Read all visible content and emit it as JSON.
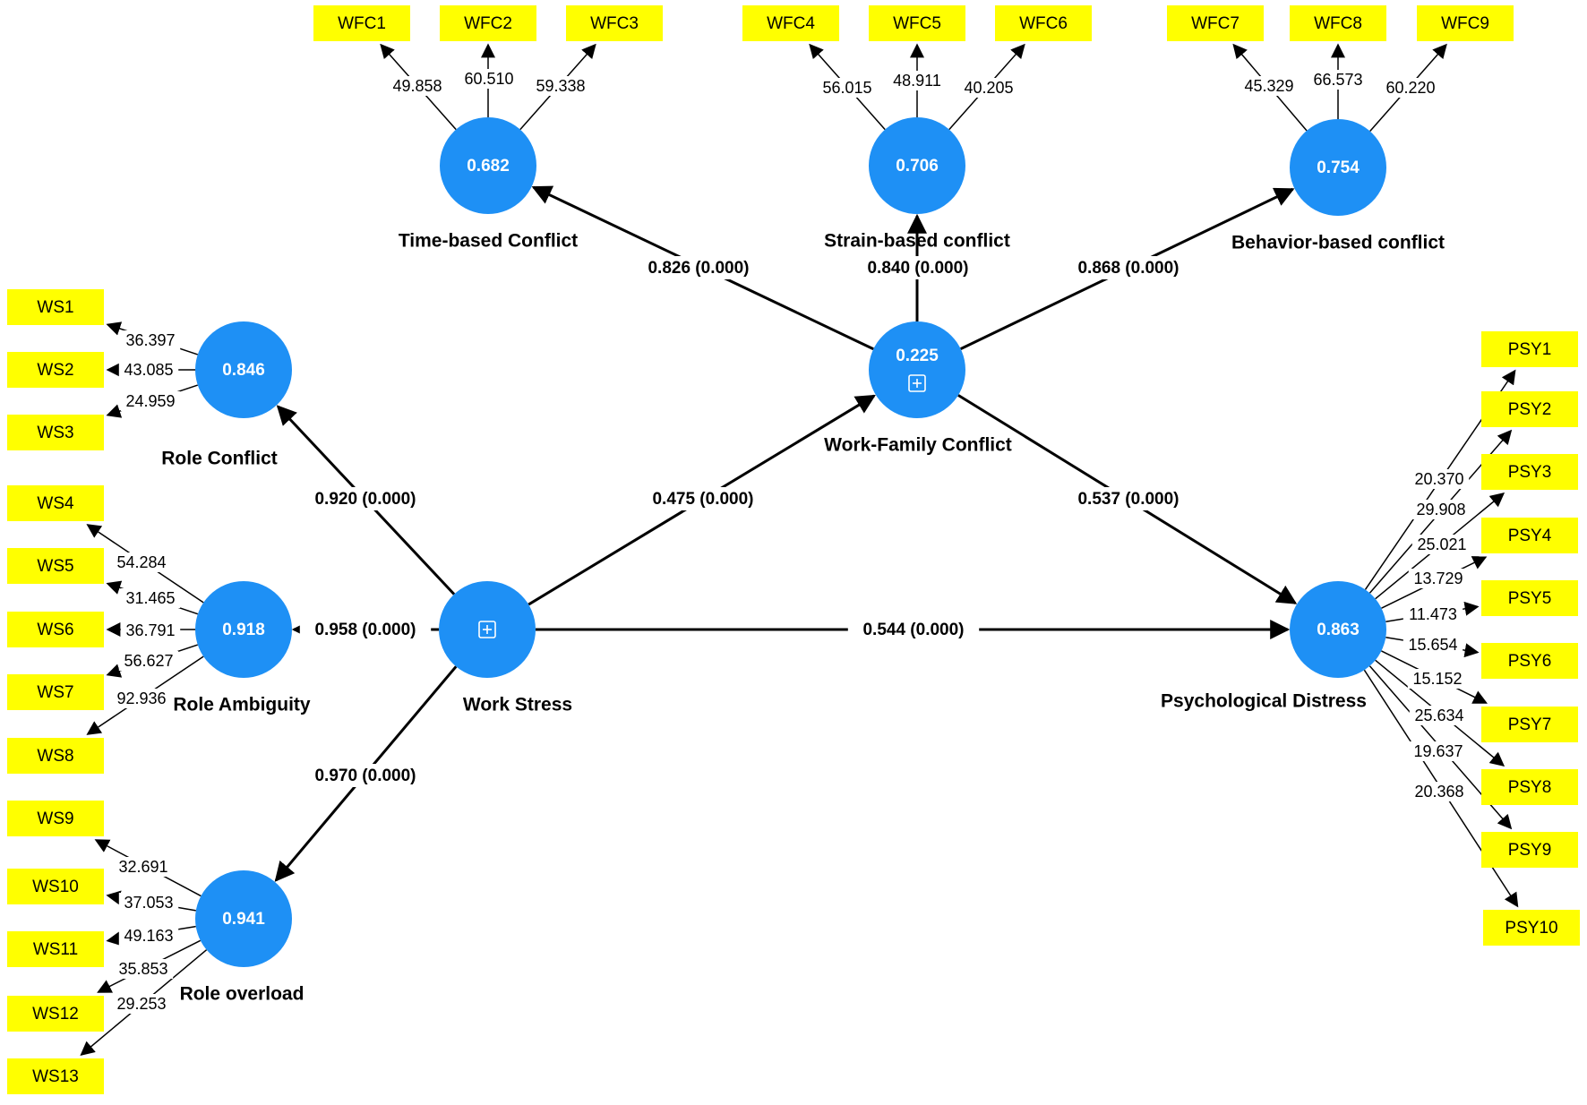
{
  "latent_variables": {
    "time": {
      "name": "Time-based Conflict",
      "r2": "0.682"
    },
    "strain": {
      "name": "Strain-based conflict",
      "r2": "0.706"
    },
    "behavior": {
      "name": "Behavior-based conflict",
      "r2": "0.754"
    },
    "wfc": {
      "name": "Work-Family Conflict",
      "r2": "0.225"
    },
    "rc": {
      "name": "Role Conflict",
      "r2": "0.846"
    },
    "ra": {
      "name": "Role Ambiguity",
      "r2": "0.918"
    },
    "ro": {
      "name": "Role overload",
      "r2": "0.941"
    },
    "ws": {
      "name": "Work Stress",
      "r2": ""
    },
    "pd": {
      "name": "Psychological Distress",
      "r2": "0.863"
    }
  },
  "indicators": {
    "WFC1": "WFC1",
    "WFC2": "WFC2",
    "WFC3": "WFC3",
    "WFC4": "WFC4",
    "WFC5": "WFC5",
    "WFC6": "WFC6",
    "WFC7": "WFC7",
    "WFC8": "WFC8",
    "WFC9": "WFC9",
    "WS1": "WS1",
    "WS2": "WS2",
    "WS3": "WS3",
    "WS4": "WS4",
    "WS5": "WS5",
    "WS6": "WS6",
    "WS7": "WS7",
    "WS8": "WS8",
    "WS9": "WS9",
    "WS10": "WS10",
    "WS11": "WS11",
    "WS12": "WS12",
    "WS13": "WS13",
    "PSY1": "PSY1",
    "PSY2": "PSY2",
    "PSY3": "PSY3",
    "PSY4": "PSY4",
    "PSY5": "PSY5",
    "PSY6": "PSY6",
    "PSY7": "PSY7",
    "PSY8": "PSY8",
    "PSY9": "PSY9",
    "PSY10": "PSY10"
  },
  "loadings": {
    "WFC1": "49.858",
    "WFC2": "60.510",
    "WFC3": "59.338",
    "WFC4": "56.015",
    "WFC5": "48.911",
    "WFC6": "40.205",
    "WFC7": "45.329",
    "WFC8": "66.573",
    "WFC9": "60.220",
    "WS1": "36.397",
    "WS2": "43.085",
    "WS3": "24.959",
    "WS4": "54.284",
    "WS5": "31.465",
    "WS6": "36.791",
    "WS7": "56.627",
    "WS8": "92.936",
    "WS9": "32.691",
    "WS10": "37.053",
    "WS11": "49.163",
    "WS12": "35.853",
    "WS13": "29.253",
    "PSY1": "20.370",
    "PSY2": "29.908",
    "PSY3": "25.021",
    "PSY4": "13.729",
    "PSY5": "11.473",
    "PSY6": "15.654",
    "PSY7": "15.152",
    "PSY8": "25.634",
    "PSY9": "19.637",
    "PSY10": "20.368"
  },
  "paths": {
    "wfc_time": "0.826 (0.000)",
    "wfc_strain": "0.840 (0.000)",
    "wfc_behavior": "0.868 (0.000)",
    "ws_rc": "0.920 (0.000)",
    "ws_ra": "0.958 (0.000)",
    "ws_ro": "0.970 (0.000)",
    "ws_wfc": "0.475 (0.000)",
    "wfc_pd": "0.537 (0.000)",
    "ws_pd": "0.544 (0.000)"
  },
  "colors": {
    "construct": "#1e90f5",
    "indicator": "#ffff00",
    "edge": "#000000"
  },
  "icons": {
    "expand": "plus-square-icon"
  }
}
